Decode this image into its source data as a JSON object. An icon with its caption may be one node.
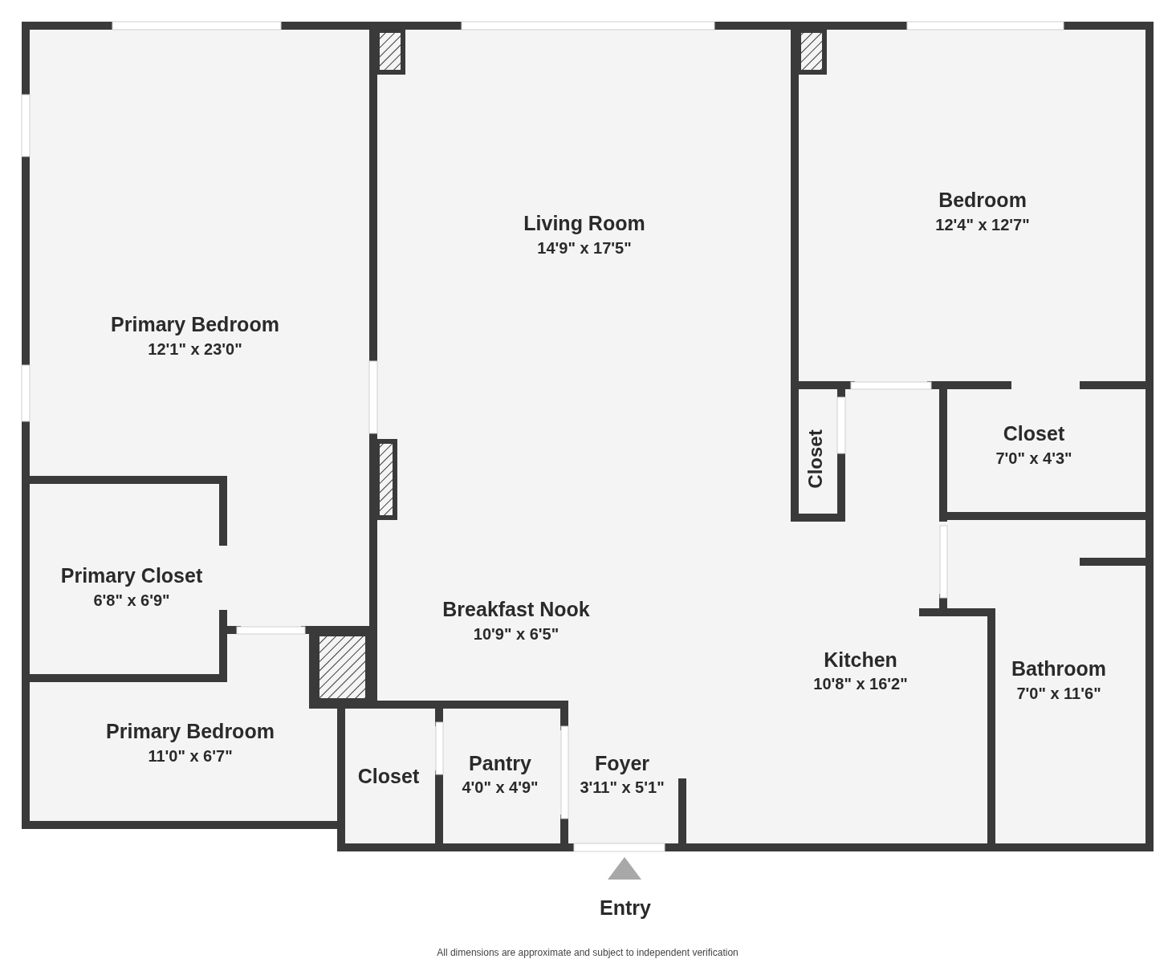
{
  "diagram": {
    "caption": "All dimensions are approximate and subject to independent verification",
    "labels": [
      "Bedroom",
      "12'4\" x 12'7\"",
      "Living Room",
      "14'9\" x 17'5\"",
      "Primary Bedroom",
      "12'1\" x 23'0\"",
      "Closet",
      "Closet",
      "7'0\" x 4'3\"",
      "Primary Closet",
      "6'8\" x 6'9\"",
      "Breakfast Nook",
      "10'9\" x 6'5\"",
      "Kitchen",
      "10'8\" x 16'2\"",
      "Bathroom",
      "7'0\" x 11'6\"",
      "Primary Bedroom",
      "11'0\" x 6'7\"",
      "Pantry",
      "4'0\" x 4'9\"",
      "Foyer",
      "3'11\" x 5'1\"",
      "Closet",
      "Entry"
    ]
  }
}
